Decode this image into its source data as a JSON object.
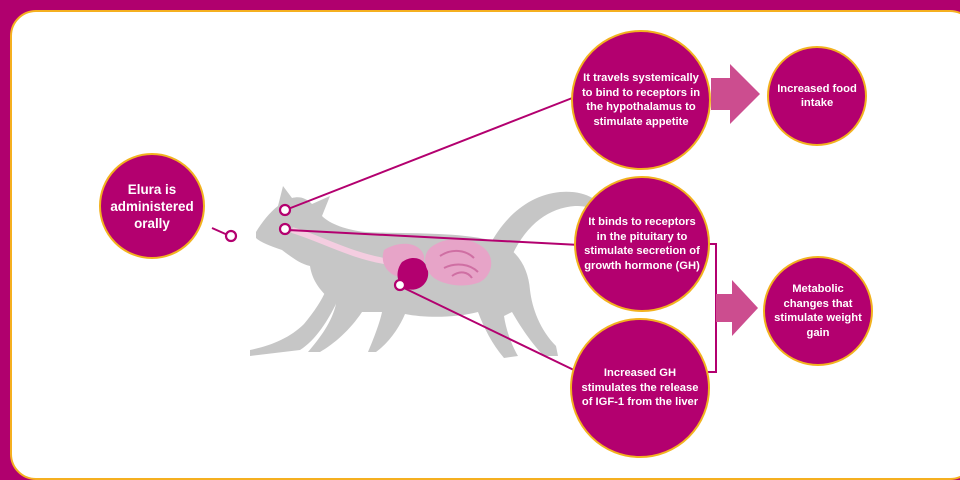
{
  "colors": {
    "frame": "#b0006e",
    "frame_accent": "#f5b020",
    "bubble_fill": "#b3006f",
    "bubble_border": "#f2b21f",
    "connector": "#b3006f",
    "arrow": "#cc4d8f",
    "cat_body": "#c6c6c6",
    "organs": "#e7a4c8",
    "organs_dark": "#b3006f"
  },
  "bubbles": {
    "administered": "Elura is administered orally",
    "hypothalamus": "It travels systemically to bind to receptors in the hypothalamus to stimulate appetite",
    "food_intake": "Increased food intake",
    "pituitary": "It binds to receptors in the pituitary to stimulate secretion of growth hormone (GH)",
    "liver": "Increased GH stimulates the release of IGF-1 from the liver",
    "metabolic": "Metabolic changes that stimulate weight gain"
  },
  "illustration": {
    "subject": "cat-silhouette",
    "highlighted_organs": [
      "stomach",
      "liver",
      "intestines",
      "esophagus"
    ]
  }
}
